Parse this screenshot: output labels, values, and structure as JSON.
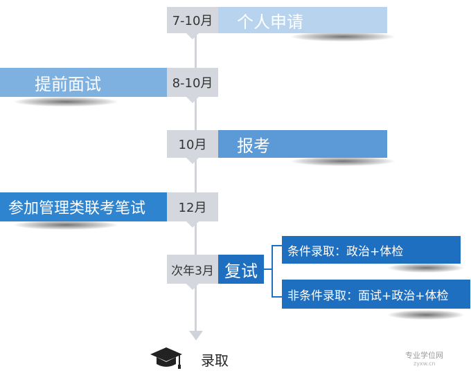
{
  "timeline": [
    {
      "date": "7-10月",
      "label": "个人申请",
      "side": "right",
      "color": "#b7d3ee"
    },
    {
      "date": "8-10月",
      "label": "提前面试",
      "side": "left",
      "color": "#7eb0e0"
    },
    {
      "date": "10月",
      "label": "报考",
      "side": "right",
      "color": "#5b9ad6"
    },
    {
      "date": "12月",
      "label": "参加管理类联考笔试",
      "side": "left",
      "color": "#2f84d0"
    },
    {
      "date": "次年3月",
      "label": "复试",
      "side": "right",
      "color": "#1f6fc1"
    }
  ],
  "branches": [
    {
      "label": "条件录取：政治+体检"
    },
    {
      "label": "非条件录取：面试+政治+体检"
    }
  ],
  "final": {
    "label": "录取",
    "icon": "graduation-cap-icon"
  },
  "watermark": {
    "text": "专业学位网",
    "sub": "zyxw.cn"
  },
  "colors": {
    "line": "#cfd4dc",
    "date_box": "#d4d8de",
    "branch": "#1f6fc1"
  }
}
